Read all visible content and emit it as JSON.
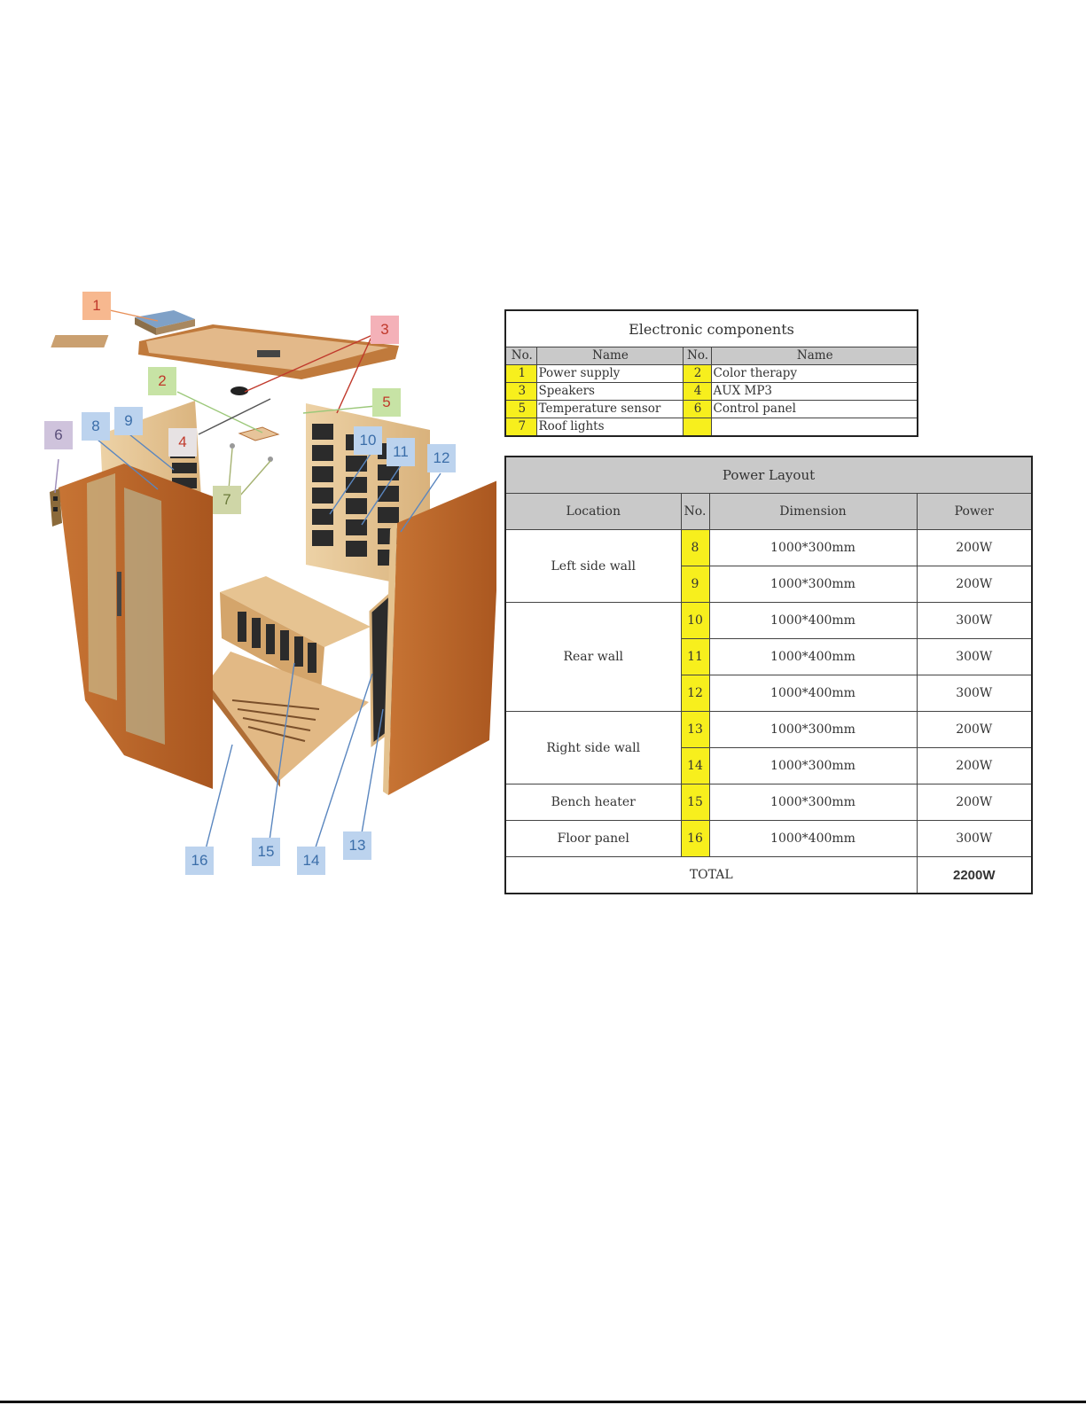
{
  "callouts": [
    {
      "n": "1",
      "bg": "#f7b88f",
      "fg": "#c0392b"
    },
    {
      "n": "2",
      "bg": "#c7e3a5",
      "fg": "#c0392b"
    },
    {
      "n": "3",
      "bg": "#f4b1b8",
      "fg": "#c0392b"
    },
    {
      "n": "4",
      "bg": "#e7e2e3",
      "fg": "#c0392b"
    },
    {
      "n": "5",
      "bg": "#c7e3a5",
      "fg": "#c0392b"
    },
    {
      "n": "6",
      "bg": "#cfc3dc",
      "fg": "#5b4f7a"
    },
    {
      "n": "7",
      "bg": "#cfd6a7",
      "fg": "#6b7a3a"
    },
    {
      "n": "8",
      "bg": "#bcd3ee",
      "fg": "#3b6ea9"
    },
    {
      "n": "9",
      "bg": "#bcd3ee",
      "fg": "#3b6ea9"
    },
    {
      "n": "10",
      "bg": "#bcd3ee",
      "fg": "#3b6ea9"
    },
    {
      "n": "11",
      "bg": "#bcd3ee",
      "fg": "#3b6ea9"
    },
    {
      "n": "12",
      "bg": "#bcd3ee",
      "fg": "#3b6ea9"
    },
    {
      "n": "13",
      "bg": "#bcd3ee",
      "fg": "#3b6ea9"
    },
    {
      "n": "14",
      "bg": "#bcd3ee",
      "fg": "#3b6ea9"
    },
    {
      "n": "15",
      "bg": "#bcd3ee",
      "fg": "#3b6ea9"
    },
    {
      "n": "16",
      "bg": "#bcd3ee",
      "fg": "#3b6ea9"
    }
  ],
  "electronic": {
    "title": "Electronic components",
    "headers": [
      "No.",
      "Name",
      "No.",
      "Name"
    ],
    "rows": [
      [
        "1",
        "Power supply",
        "2",
        "Color therapy"
      ],
      [
        "3",
        "Speakers",
        "4",
        "AUX MP3"
      ],
      [
        "5",
        "Temperature sensor",
        "6",
        "Control panel"
      ],
      [
        "7",
        "Roof lights",
        "",
        ""
      ]
    ]
  },
  "power": {
    "title": "Power Layout",
    "headers": [
      "Location",
      "No.",
      "Dimension",
      "Power"
    ],
    "groups": [
      {
        "location": "Left side wall",
        "rows": [
          [
            "8",
            "1000*300mm",
            "200W"
          ],
          [
            "9",
            "1000*300mm",
            "200W"
          ]
        ]
      },
      {
        "location": "Rear wall",
        "rows": [
          [
            "10",
            "1000*400mm",
            "300W"
          ],
          [
            "11",
            "1000*400mm",
            "300W"
          ],
          [
            "12",
            "1000*400mm",
            "300W"
          ]
        ]
      },
      {
        "location": "Right side wall",
        "rows": [
          [
            "13",
            "1000*300mm",
            "200W"
          ],
          [
            "14",
            "1000*300mm",
            "200W"
          ]
        ]
      },
      {
        "location": "Bench heater",
        "rows": [
          [
            "15",
            "1000*300mm",
            "200W"
          ]
        ]
      },
      {
        "location": "Floor panel",
        "rows": [
          [
            "16",
            "1000*400mm",
            "300W"
          ]
        ]
      }
    ],
    "total_label": "TOTAL",
    "total_value": "2200W"
  },
  "colors": {
    "wood_light": "#e9c99a",
    "wood_mid": "#d9ad72",
    "wood_dark": "#b5652b",
    "heater": "#2b2b2b",
    "highlight": "#f7ef1d",
    "header_gray": "#c9c9c9"
  }
}
